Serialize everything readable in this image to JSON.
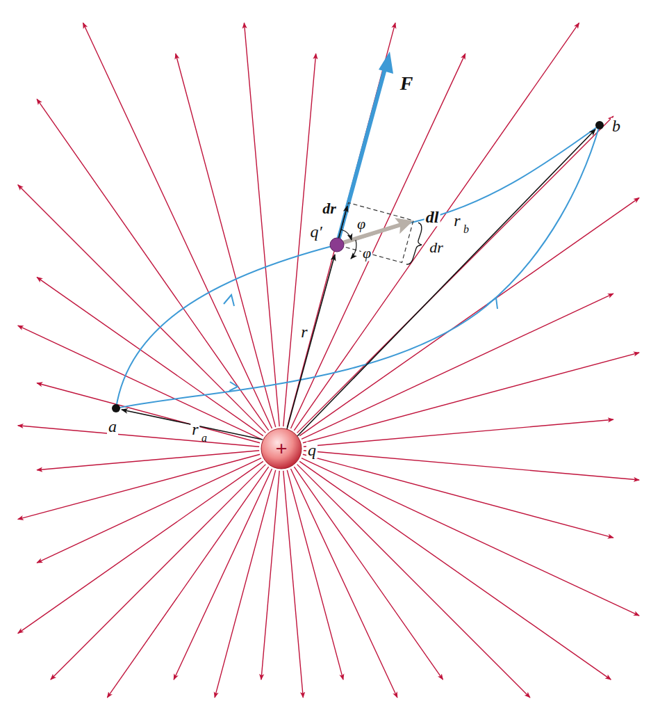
{
  "diagram": {
    "nodes": [
      {
        "text": [
          "+",
          "q"
        ]
      }
    ],
    "labels": [
      "F",
      "dr",
      "φ",
      "φ",
      "dl",
      "dr",
      "q′",
      "r",
      "r",
      "b",
      "b",
      "a",
      "r",
      "a"
    ]
  }
}
